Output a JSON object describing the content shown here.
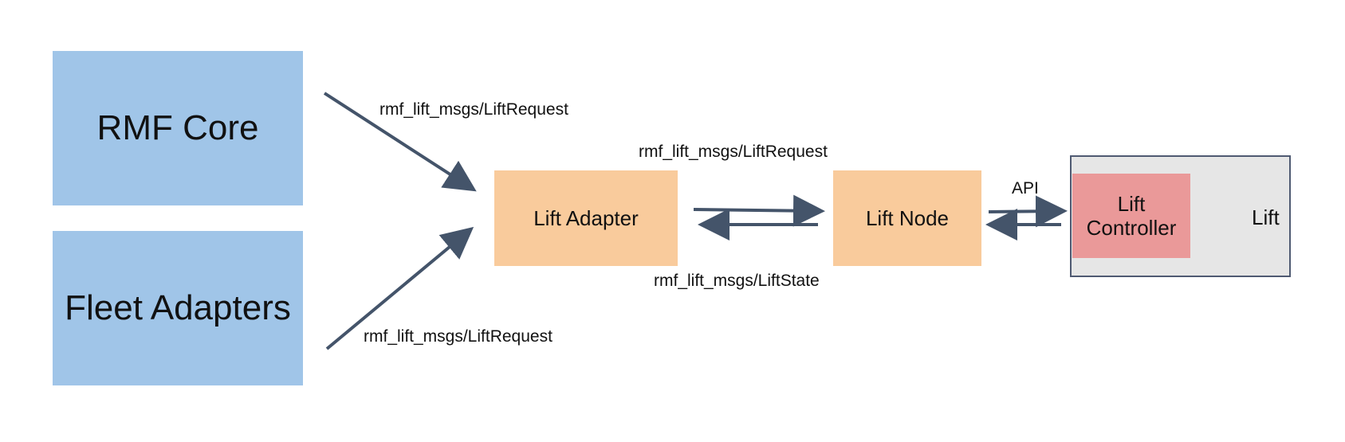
{
  "nodes": {
    "rmf_core": "RMF Core",
    "fleet_adapters": "Fleet Adapters",
    "lift_adapter": "Lift Adapter",
    "lift_node": "Lift Node",
    "lift_controller_line1": "Lift",
    "lift_controller_line2": "Controller",
    "lift": "Lift"
  },
  "edges": {
    "rmf_core_to_adapter": "rmf_lift_msgs/LiftRequest",
    "adapter_to_node": "rmf_lift_msgs/LiftRequest",
    "node_to_adapter": "rmf_lift_msgs/LiftState",
    "fleet_to_adapter": "rmf_lift_msgs/LiftRequest",
    "node_controller_api": "API"
  },
  "colors": {
    "source_box": "#a0c5e8",
    "adapter_box": "#f9cb9c",
    "controller_box": "#ea9999",
    "lift_box": "#e6e6e6",
    "arrow": "#44546a"
  }
}
